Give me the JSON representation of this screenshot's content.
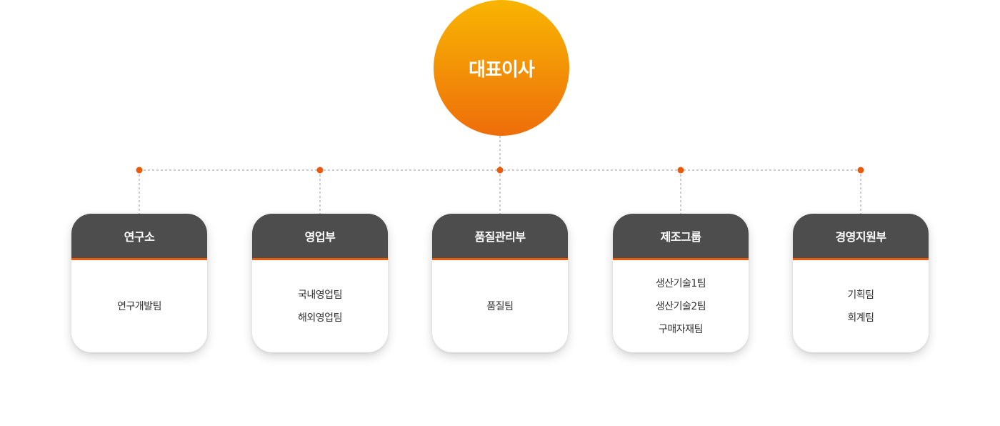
{
  "ceo": {
    "title": "대표이사"
  },
  "colors": {
    "accent": "#e85a0c",
    "header_bg": "#4d4d4d",
    "circle_top": "#f8b400",
    "circle_bottom": "#ee6d0a",
    "connector": "#999999"
  },
  "departments": [
    {
      "title": "연구소",
      "teams": [
        "연구개발팀"
      ]
    },
    {
      "title": "영업부",
      "teams": [
        "국내영업팀",
        "해외영업팀"
      ]
    },
    {
      "title": "품질관리부",
      "teams": [
        "품질팀"
      ]
    },
    {
      "title": "제조그룹",
      "teams": [
        "생산기술1팀",
        "생산기술2팀",
        "구매자재팀"
      ]
    },
    {
      "title": "경영지원부",
      "teams": [
        "기획팀",
        "회계팀"
      ]
    }
  ]
}
